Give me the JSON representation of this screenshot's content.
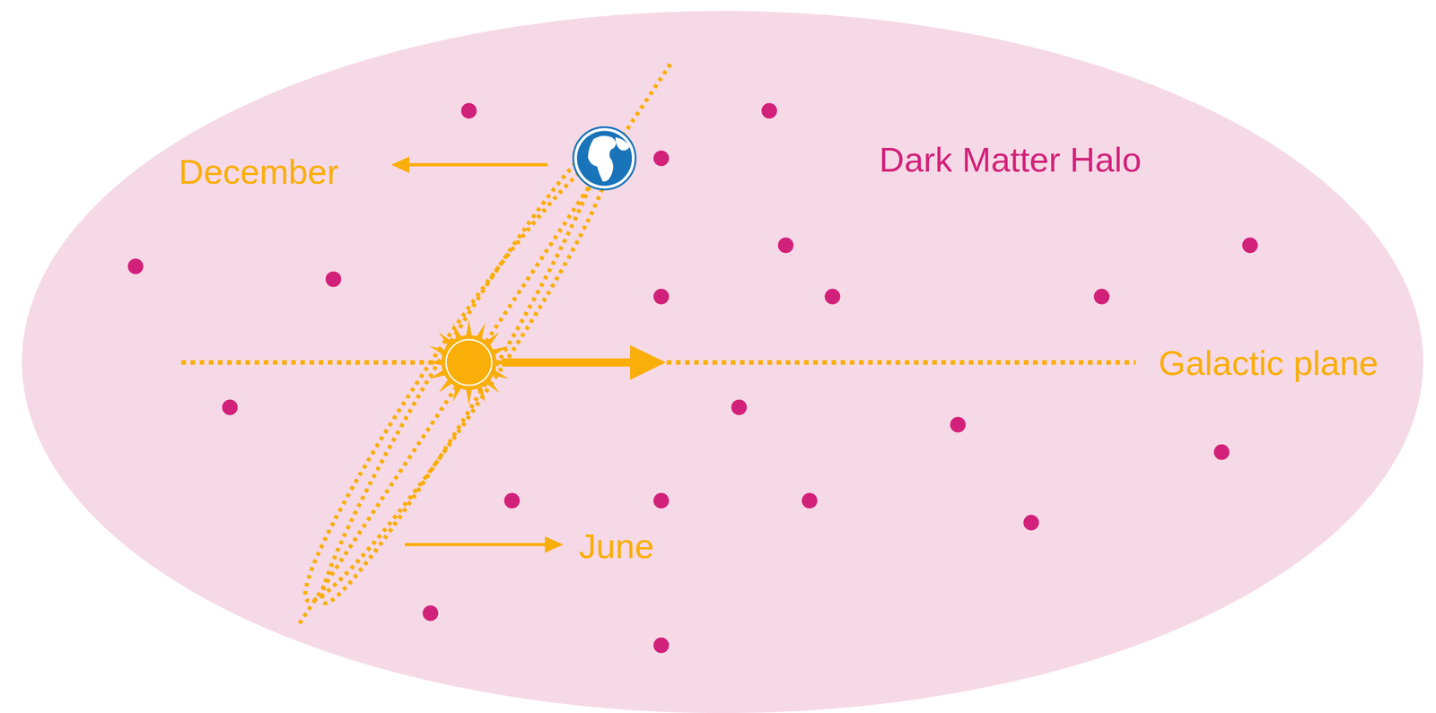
{
  "diagram": {
    "nodes": [
      {
        "text": [
          "Dark Matter Halo"
        ]
      }
    ],
    "labels": [
      "December",
      "Galactic plane",
      "June"
    ]
  }
}
